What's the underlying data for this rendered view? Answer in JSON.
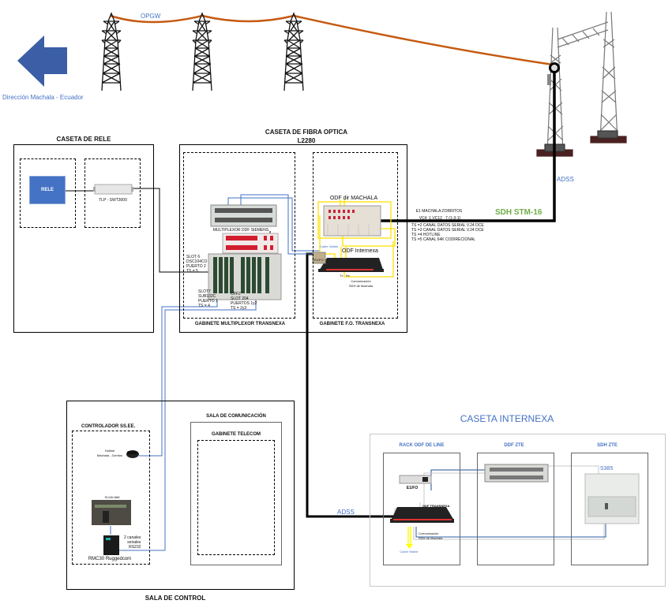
{
  "colors": {
    "opgw_cable": "#c55a11",
    "blue_link": "#4472c4",
    "fiber_yellow": "#ffff00",
    "stm_green": "#70ad47",
    "rele_block": "#4472c4",
    "arrow": "#3b5ea6",
    "label_blue": "#4472c4"
  },
  "header": {
    "direction_arrow_icon": "left-arrow-icon",
    "direction_label": "Dirección Machala - Ecuador",
    "opgw_label": "OPGW",
    "adss_top_label": "ADSS",
    "towers": [
      "transmission-tower-icon",
      "transmission-tower-icon",
      "transmission-tower-icon"
    ],
    "gantry_icon": "substation-gantry-icon",
    "splice_icon": "splice-box-icon"
  },
  "caseta_rele": {
    "title": "CASETA DE RELE",
    "rele_label": "RELE",
    "tlp_label": "TLP - SWT3000"
  },
  "caseta_fibra": {
    "title_line1": "CASETA DE FIBRA OPTICA",
    "title_line2": "L2280",
    "mux_cabinet": {
      "title": "GABINETE MULTIPLEXOR TRANSNEXA",
      "ddf_label": "MULTIPLEXOR DDF SIEMENS",
      "slot6": [
        "SLOT 6",
        "DSC104CO",
        "PUERTO 2",
        "TS = 5"
      ],
      "slot7": [
        "SLOT7",
        "SUB102C",
        "PUERTO 1",
        "TS = 4"
      ],
      "cpf2": [
        "CPF2",
        "SLOT 204",
        "PUERTOS 1y2",
        "TS = 2y3"
      ]
    },
    "fo_cabinet": {
      "title": "GABINETE F.O. TRANSNEXA",
      "odf_machala": "ODF dir MACHALA",
      "odf_internexa": "ODF Internexa",
      "cable_visible": "Cable Visible",
      "e1_fo": "E1/FO",
      "tx": "Tx",
      "rx": "Rx",
      "comm_line1": "Comunicación",
      "comm_line2": "SDH dir Machala"
    }
  },
  "sdh_link": {
    "label": "SDH STM-16",
    "e1_line1": "E1 MACHALA ZORRITOS",
    "e1_line2": "VC4_1 VC12 _7 (1-3-1)",
    "ts_lines": [
      "TS =2 CANAL DATOS SERIAL V.24 DCE",
      "TS =3 CANAL DATOS SERIAL V.24 DCE",
      "TS =4 HOTLINE",
      "TS =5 CANAL 64K CODIRECIONAL"
    ]
  },
  "sala_control": {
    "title": "SALA DE CONTROL",
    "controlador": {
      "title": "CONTROLADOR SS.EE.",
      "hotline_line1": "Hotline",
      "hotline_line2": "Machala - Zorritos",
      "phone_icon": "telephone-icon",
      "scan_label": "SCAN 868",
      "serial_line1": "2 canales",
      "serial_line2": "seriales",
      "serial_line3": "RS232",
      "rmc_label": "RMC30 Ruggedcom"
    },
    "sala_comunicacion": {
      "title": "SALA DE COMUNICACIÓN",
      "gabinete": "GABINETE TELECOM"
    }
  },
  "caseta_internexa": {
    "title": "CASETA INTERNEXA",
    "adss_label": "ADSS",
    "rack_odf": {
      "title": "RACK ODF DE LINE",
      "e1fo_label": "E1/FO",
      "odf_label": "ODF TRANSNEXA",
      "comm_line1": "Comunicación",
      "comm_line2": "SDH dir Machala",
      "cable_visible": "Cable Visible"
    },
    "ddf_zte": {
      "title": "DDF ZTE"
    },
    "sdh_zte": {
      "title": "SDH ZTE",
      "model": "S385"
    }
  }
}
